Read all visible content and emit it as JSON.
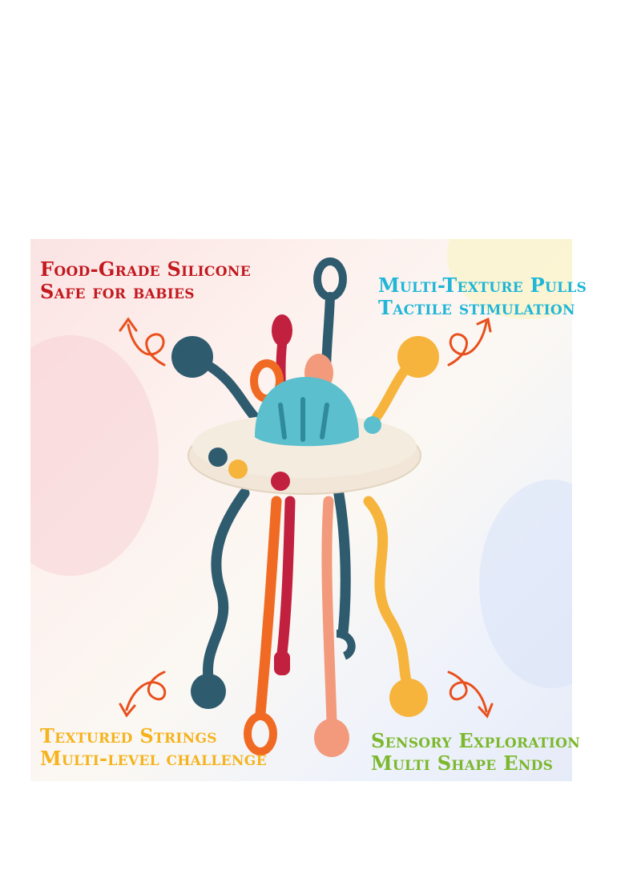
{
  "captions": {
    "top_left": {
      "line1": "Food-Grade Silicone",
      "line2": "Safe for babies"
    },
    "top_right": {
      "line1": "Multi-Texture Pulls",
      "line2": "Tactile stimulation"
    },
    "bottom_left": {
      "line1": "Textured Strings",
      "line2": "Multi-level challenge"
    },
    "bottom_right": {
      "line1": "Sensory Exploration",
      "line2": "Multi Shape Ends"
    }
  },
  "colors": {
    "caption_red": "#c3191f",
    "caption_cyan": "#1fb6d8",
    "caption_yellow": "#f5b31e",
    "caption_green": "#7cb82c",
    "arrow_orange": "#e8501c",
    "toy_teal": "#2f5b6e",
    "toy_orange": "#f06a24",
    "toy_red": "#c2203f",
    "toy_salmon": "#f29a7b",
    "toy_yellow": "#f6b43c",
    "toy_cyan_dome": "#5bbfcd",
    "toy_base": "#f1e6d7"
  }
}
